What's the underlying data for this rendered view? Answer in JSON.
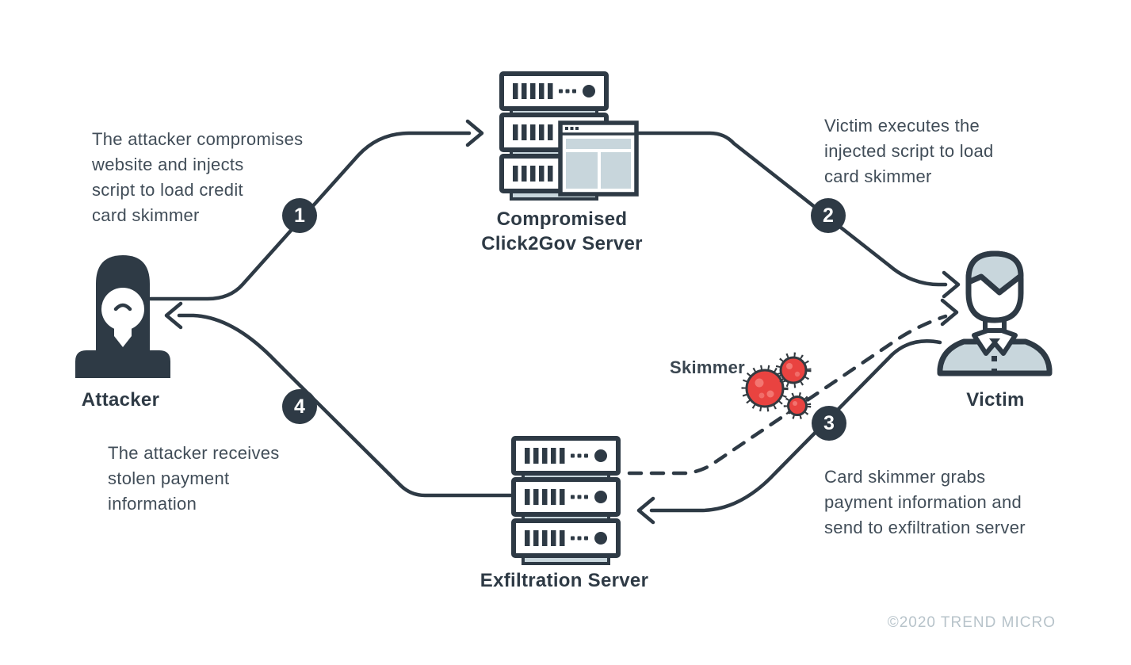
{
  "diagram": {
    "nodes": {
      "attacker": {
        "label": "Attacker"
      },
      "compromised_server": {
        "label": "Compromised\nClick2Gov Server"
      },
      "victim": {
        "label": "Victim"
      },
      "exfiltration_server": {
        "label": "Exfiltration Server"
      },
      "skimmer": {
        "label": "Skimmer"
      }
    },
    "steps": [
      {
        "number": "1",
        "text": "The attacker compromises\nwebsite and injects\nscript to load credit\ncard skimmer"
      },
      {
        "number": "2",
        "text": "Victim executes the\ninjected script to load\ncard skimmer"
      },
      {
        "number": "3",
        "text": "Card skimmer grabs\npayment information and\nsend to exfiltration server"
      },
      {
        "number": "4",
        "text": "The attacker receives\nstolen payment\ninformation"
      }
    ],
    "edges": [
      {
        "step": "1",
        "from": "Attacker",
        "to": "Compromised Click2Gov Server",
        "style": "solid"
      },
      {
        "step": "2",
        "from": "Compromised Click2Gov Server",
        "to": "Victim",
        "style": "solid"
      },
      {
        "step": "",
        "from": "Exfiltration Server",
        "to": "Victim",
        "style": "dashed",
        "label": "Skimmer"
      },
      {
        "step": "3",
        "from": "Victim",
        "to": "Exfiltration Server",
        "style": "solid"
      },
      {
        "step": "4",
        "from": "Exfiltration Server",
        "to": "Attacker",
        "style": "solid"
      }
    ],
    "icons": {
      "attacker": "hooded-attacker-icon",
      "victim": "person-icon",
      "compromised_server": "server-stack-browser-icon",
      "exfiltration_server": "server-stack-icon",
      "skimmer": "virus-germ-icon"
    },
    "colors": {
      "ink": "#2e3a45",
      "text": "#414d58",
      "light_fill": "#c8d6dc",
      "red": "#e94340",
      "copyright_gray": "#b7c3ca"
    },
    "copyright": "©2020 TREND MICRO"
  }
}
